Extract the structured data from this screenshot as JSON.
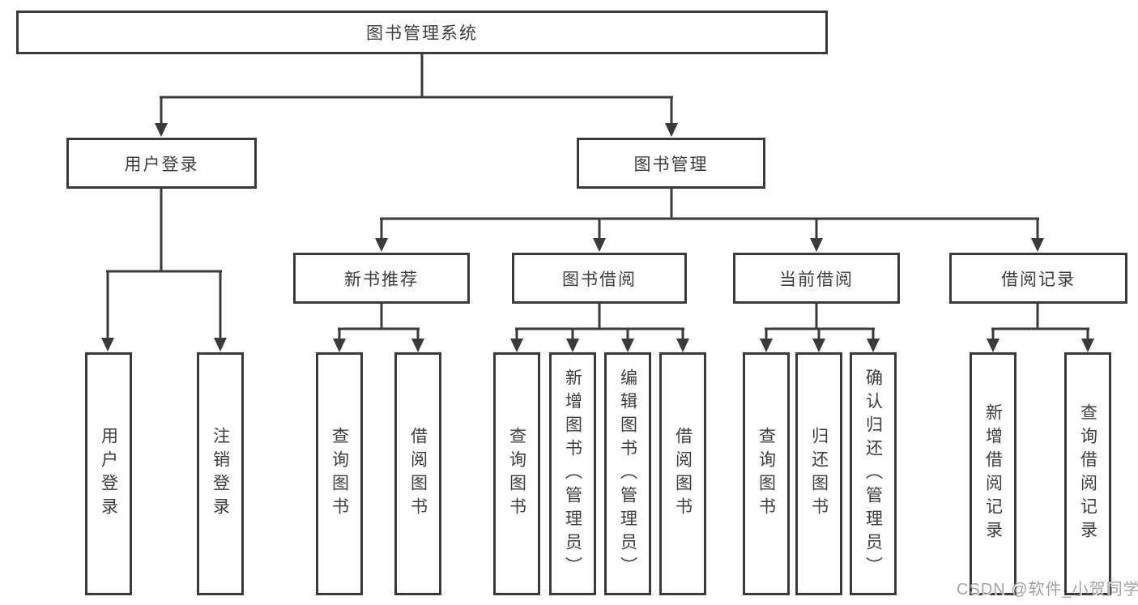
{
  "diagram_title": "图书管理系统",
  "colors": {
    "line": "#3a3a3a",
    "text": "#3d3d3d",
    "box_background": "#ffffff",
    "watermark": "#a3a3a3"
  },
  "tree": {
    "root": {
      "label": "图书管理系统"
    },
    "login": {
      "label": "用户登录",
      "children": [
        {
          "label": "用户登录"
        },
        {
          "label": "注销登录"
        }
      ]
    },
    "management": {
      "label": "图书管理",
      "sections": [
        {
          "label": "新书推荐",
          "children": [
            {
              "label": "查询图书"
            },
            {
              "label": "借阅图书"
            }
          ]
        },
        {
          "label": "图书借阅",
          "children": [
            {
              "label": "查询图书"
            },
            {
              "label": "新增图书（管理员）"
            },
            {
              "label": "编辑图书（管理员）"
            },
            {
              "label": "借阅图书"
            }
          ]
        },
        {
          "label": "当前借阅",
          "children": [
            {
              "label": "查询图书"
            },
            {
              "label": "归还图书"
            },
            {
              "label": "确认归还（管理员）"
            }
          ]
        },
        {
          "label": "借阅记录",
          "children": [
            {
              "label": "新增借阅记录"
            },
            {
              "label": "查询借阅记录"
            }
          ]
        }
      ]
    }
  },
  "watermark": {
    "text": "CSDN @软件_小贺同学"
  }
}
